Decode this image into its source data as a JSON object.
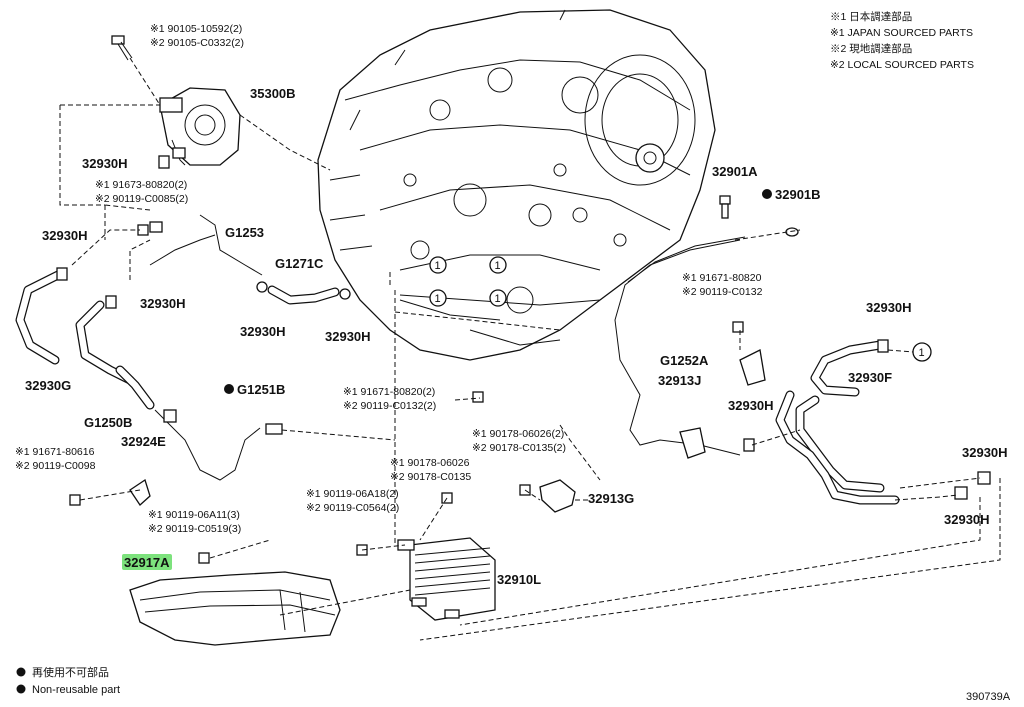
{
  "legend_top": {
    "line1": "※1 日本調達部品",
    "line2": "※1 JAPAN SOURCED PARTS",
    "line3": "※2 現地調達部品",
    "line4": "※2 LOCAL SOURCED PARTS"
  },
  "legend_bottom": {
    "line1": "再使用不可部品",
    "line2": "Non-reusable part"
  },
  "figure_code": "390739A",
  "highlight_label": "32917A",
  "labels": {
    "bolt_35300b_1": "※1 90105-10592(2)",
    "bolt_35300b_2": "※2 90105-C0332(2)",
    "p35300b": "35300B",
    "p32930h_a": "32930H",
    "bolt_a_1": "※1 91673-80820(2)",
    "bolt_a_2": "※2 90119-C0085(2)",
    "p32930h_b": "32930H",
    "g1253": "G1253",
    "g1271c": "G1271C",
    "p32930h_c": "32930H",
    "p32930h_d": "32930H",
    "p32930h_e": "32930H",
    "p32930g": "32930G",
    "g1251b": "G1251B",
    "g1250b": "G1250B",
    "p32924e": "32924E",
    "bolt_b_1": "※1 91671-80616",
    "bolt_b_2": "※2 90119-C0098",
    "bolt_c_1": "※1 91671-80820(2)",
    "bolt_c_2": "※2 90119-C0132(2)",
    "p32901a": "32901A",
    "p32901b": "32901B",
    "bolt_d_1": "※1 91671-80820",
    "bolt_d_2": "※2 90119-C0132",
    "p32930h_f": "32930H",
    "g1252a": "G1252A",
    "p32913j": "32913J",
    "p32930f": "32930F",
    "p32930h_g": "32930H",
    "p32930h_h": "32930H",
    "p32930h_i": "32930H",
    "bolt_e_1": "※1 90178-06026(2)",
    "bolt_e_2": "※2 90178-C0135(2)",
    "bolt_f_1": "※1 90178-06026",
    "bolt_f_2": "※2 90178-C0135",
    "p32913g": "32913G",
    "bolt_g_1": "※1 90119-06A18(2)",
    "bolt_g_2": "※2 90119-C0564(2)",
    "bolt_h_1": "※1 90119-06A11(3)",
    "bolt_h_2": "※2 90119-C0519(3)",
    "p32910l": "32910L",
    "ref_1": "1"
  }
}
